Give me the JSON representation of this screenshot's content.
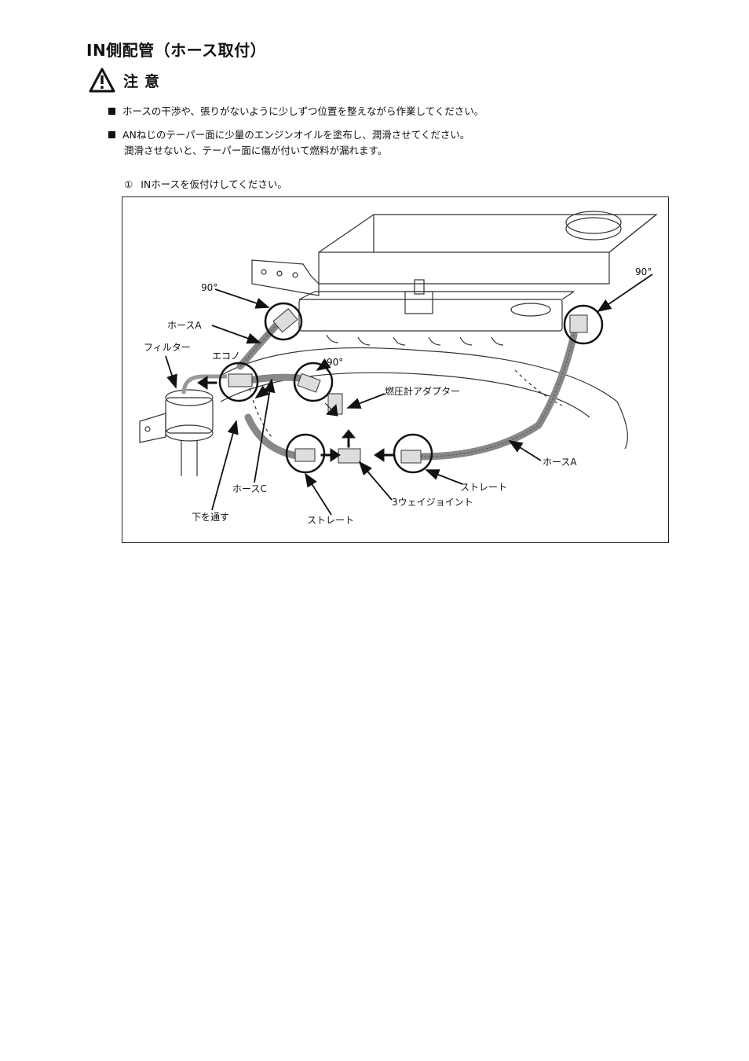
{
  "title": "IN側配管（ホース取付）",
  "caution": {
    "icon": "warning-triangle-icon",
    "label": "注意"
  },
  "notes": [
    {
      "lines": [
        "ホースの干渉や、張りがないように少しずつ位置を整えながら作業してください。"
      ]
    },
    {
      "lines": [
        "ANねじのテーパー面に少量のエンジンオイルを塗布し、潤滑させてください。",
        "潤滑させないと、テーパー面に傷が付いて燃料が漏れます。"
      ]
    }
  ],
  "step": {
    "number": "①",
    "text": "INホースを仮付けしてください。"
  },
  "figure": {
    "labels": {
      "deg90_left": "90°",
      "deg90_right": "90°",
      "deg90_center": "90°",
      "hose_a_left": "ホースA",
      "filter": "フィルター",
      "econo": "エコノ",
      "fuel_adapter": "燃圧計アダプター",
      "hose_a_right": "ホースA",
      "straight_right": "ストレート",
      "three_way": "3ウェイジョイント",
      "hose_c": "ホースC",
      "pass_under": "下を通す",
      "straight_bottom": "ストレート"
    }
  }
}
